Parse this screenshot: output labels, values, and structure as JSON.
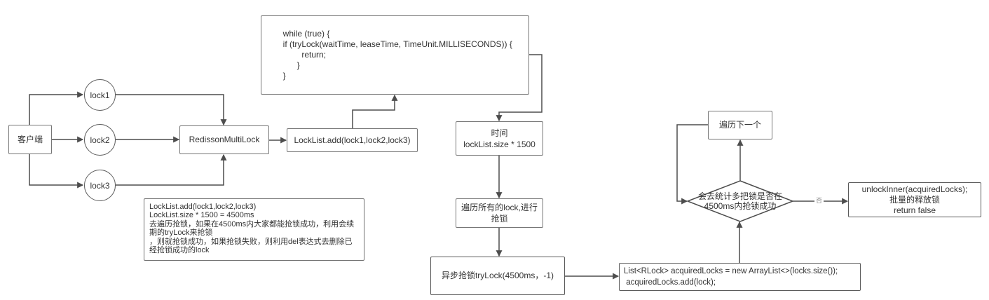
{
  "colors": {
    "line": "#4d4d4d",
    "border": "#767676",
    "text": "#333333",
    "background": "#ffffff"
  },
  "nodes": {
    "client": {
      "label": "客户端"
    },
    "lock1": {
      "label": "lock1"
    },
    "lock2": {
      "label": "lock2"
    },
    "lock3": {
      "label": "lock3"
    },
    "multilock": {
      "label": "RedissonMultiLock"
    },
    "locklist_add": {
      "label": "LockList.add(lock1,lock2,lock3)"
    },
    "while_code": {
      "lines": [
        "  while (true) {",
        "  if (tryLock(waitTime, leaseTime, TimeUnit.MILLISECONDS)) {",
        "          return;",
        "        }",
        "  }"
      ]
    },
    "time": {
      "lines": [
        "时间",
        "lockList.size * 1500"
      ]
    },
    "iterate": {
      "lines": [
        "遍历所有的lock,进行",
        "抢锁"
      ]
    },
    "async_try": {
      "label": "异步抢锁tryLock(4500ms，-1)"
    },
    "acquired": {
      "lines": [
        "List<RLock> acquiredLocks = new ArrayList<>(locks.size());",
        " acquiredLocks.add(lock);"
      ]
    },
    "next": {
      "label": "遍历下一个"
    },
    "decision": {
      "lines": [
        "会去统计多把锁是否在",
        "4500ms内抢锁成功"
      ]
    },
    "unlock": {
      "lines": [
        "unlockInner(acquiredLocks);",
        "批量的释放锁",
        "return false"
      ]
    },
    "note": {
      "lines": [
        "LockList.add(lock1,lock2,lock3)",
        "LockList.size * 1500 = 4500ms",
        "去遍历抢锁，如果在4500ms内大家都能抢锁成功，利用会续",
        "期的tryLock来抢锁",
        "，则就抢锁成功，如果抢锁失败，则利用del表达式去删除已",
        "经抢锁成功的lock"
      ]
    },
    "edge_no_label": "否"
  }
}
